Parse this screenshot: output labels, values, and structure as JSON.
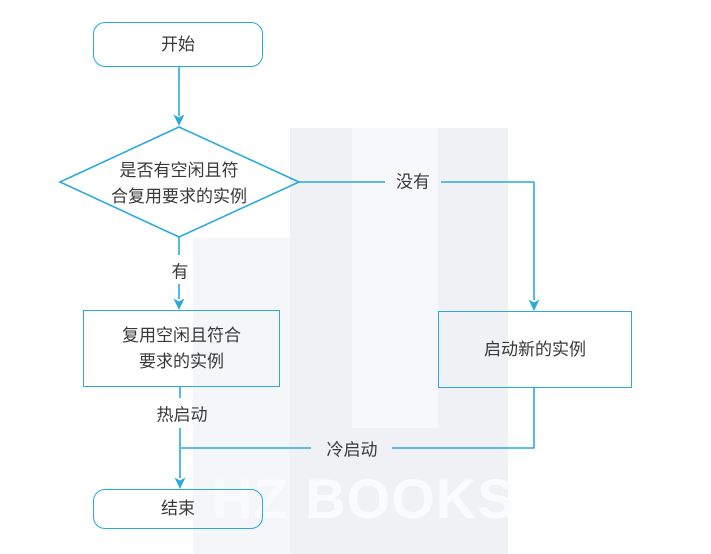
{
  "watermark": {
    "text": "HZ BOOKS"
  },
  "nodes": {
    "start": {
      "label": "开始"
    },
    "decision": {
      "label": "是否有空闲且符\n合复用要求的实例"
    },
    "reuse": {
      "label": "复用空闲且符合\n要求的实例"
    },
    "launch_new": {
      "label": "启动新的实例"
    },
    "end": {
      "label": "结束"
    }
  },
  "edge_labels": {
    "no": {
      "label": "没有"
    },
    "yes": {
      "label": "有"
    },
    "warm_start": {
      "label": "热启动"
    },
    "cold_start": {
      "label": "冷启动"
    }
  },
  "colors": {
    "connector": "#29a9e0",
    "text": "#383838",
    "watermark_block": "#eff1f5",
    "watermark_text": "#fafbfd"
  }
}
